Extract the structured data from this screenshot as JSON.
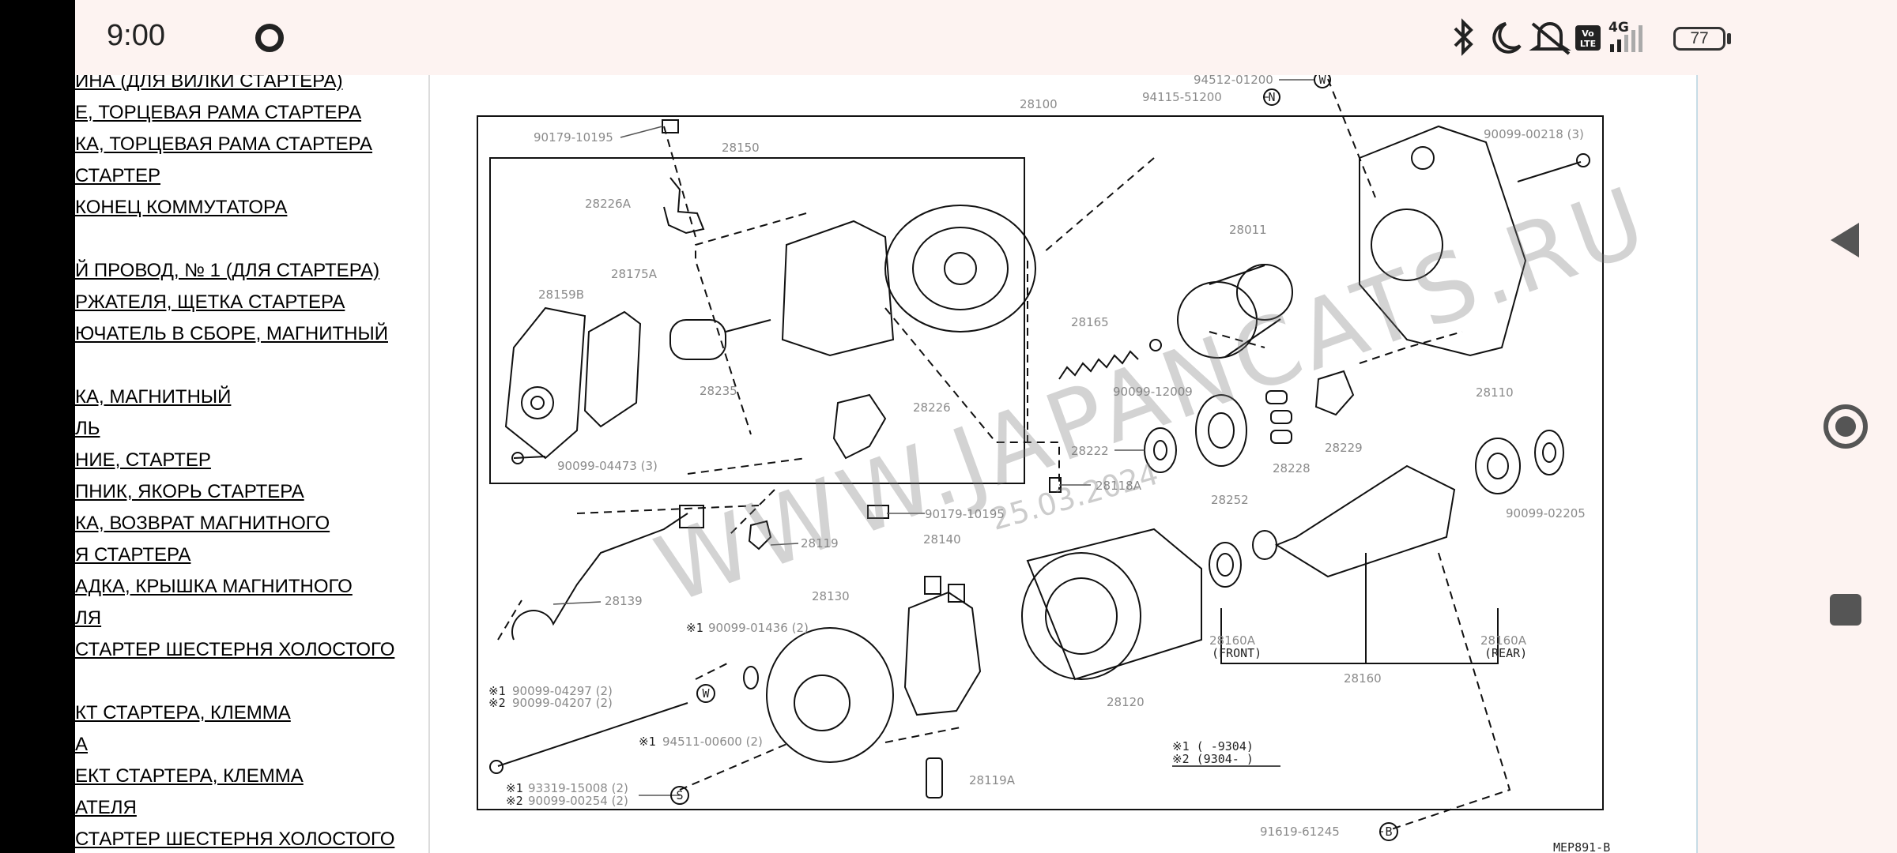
{
  "status_bar": {
    "time": "9:00",
    "battery": "77",
    "icons": [
      "bluetooth-icon",
      "moon-icon",
      "mute-icon",
      "volte-icon",
      "signal-4g-icon"
    ],
    "network_label": "4G",
    "volte_label": "Vo LTE"
  },
  "parts_list": [
    "ИНА (ДЛЯ ВИЛКИ СТАРТЕРА)",
    "Е, ТОРЦЕВАЯ РАМА СТАРТЕРА",
    "КА, ТОРЦЕВАЯ РАМА СТАРТЕРА",
    "СТАРТЕР",
    "КОНЕЦ КОММУТАТОРА",
    "",
    "Й ПРОВОД, № 1 (ДЛЯ СТАРТЕРА)",
    "РЖАТЕЛЯ, ЩЕТКА СТАРТЕРА",
    "ЮЧАТЕЛЬ В СБОРЕ, МАГНИТНЫЙ",
    "",
    "КА, МАГНИТНЫЙ",
    "ЛЬ",
    "НИЕ, СТАРТЕР",
    "ПНИК, ЯКОРЬ СТАРТЕРА",
    "КА, ВОЗВРАТ МАГНИТНОГО",
    "Я СТАРТЕРА",
    "АДКА, КРЫШКА МАГНИТНОГО",
    "ЛЯ",
    "СТАРТЕР ШЕСТЕРНЯ ХОЛОСТОГО",
    "",
    "КТ СТАРТЕРА, КЛЕММА",
    "А",
    "ЕКТ СТАРТЕРА, КЛЕММА",
    "АТЕЛЯ",
    "СТАРТЕР ШЕСТЕРНЯ ХОЛОСТОГО"
  ],
  "diagram": {
    "watermark": "WWW.JAPANCATS.RU",
    "watermark_date": "25.03.2024",
    "labels": {
      "p28100": "28100",
      "p28150": "28150",
      "p90179_10195a": "90179-10195",
      "p28226A": "28226A",
      "p28175A": "28175A",
      "p28159B": "28159B",
      "p28235": "28235",
      "p90099_04473": "90099-04473 (3)",
      "p28165": "28165",
      "p28011": "28011",
      "p90099_00218": "90099-00218 (3)",
      "p94512": "94512-01200",
      "p94115": "94115-51200",
      "p90099_12009": "90099-12009",
      "p28110": "28110",
      "p28226": "28226",
      "p28222": "28222",
      "p28118A": "28118A",
      "p28252": "28252",
      "p28228": "28228",
      "p28229": "28229",
      "p90179_10195b": "90179-10195",
      "p28119": "28119",
      "p28140": "28140",
      "p90099_02205": "90099-02205",
      "p28139": "28139",
      "p28130": "28130",
      "p90099_01436": "90099-01436 (2)",
      "p28160A_f": "28160A",
      "p_front": "(FRONT)",
      "p28160A_r": "28160A",
      "p_rear": "(REAR)",
      "p28160": "28160",
      "p28120": "28120",
      "p90099_04297": "90099-04297 (2)",
      "p90099_04207": "90099-04207 (2)",
      "p94511": "94511-00600 (2)",
      "p28119A": "28119A",
      "p93319": "93319-15008 (2)",
      "p90099_00254": "90099-00254 (2)",
      "p91619": "91619-61245",
      "note1": "※1 (     -9304)",
      "note2": "※2 (9304-     )",
      "code": "MEP891-B",
      "star1": "※1",
      "star2": "※2",
      "c_W": "W",
      "c_N": "N",
      "c_S": "S",
      "c_B": "B"
    }
  }
}
